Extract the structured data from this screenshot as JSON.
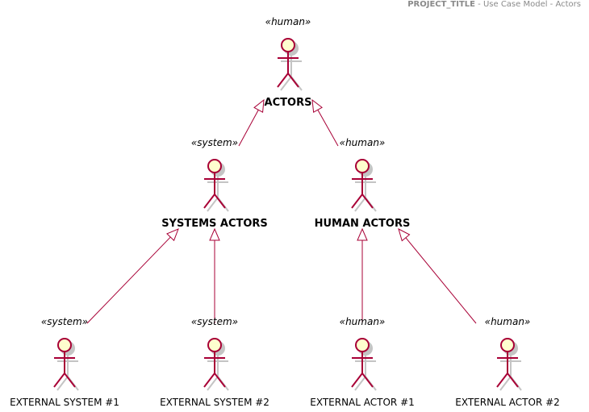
{
  "header": {
    "project": "PROJECT_TITLE",
    "rest": " - Use Case Model - Actors"
  },
  "colors": {
    "stroke": "#A80036",
    "fill": "#FEFECE",
    "shadow": "#C4C4C4",
    "text": "#000000",
    "header_text": "#8A8A8A"
  },
  "actors": [
    {
      "id": "actors",
      "stereotype": "«human»",
      "name": "ACTORS",
      "bold": true
    },
    {
      "id": "systems",
      "stereotype": "«system»",
      "name": "SYSTEMS ACTORS",
      "bold": true
    },
    {
      "id": "humans",
      "stereotype": "«human»",
      "name": "HUMAN ACTORS",
      "bold": true
    },
    {
      "id": "ext_sys_1",
      "stereotype": "«system»",
      "name": "EXTERNAL SYSTEM #1",
      "bold": false
    },
    {
      "id": "ext_sys_2",
      "stereotype": "«system»",
      "name": "EXTERNAL SYSTEM #2",
      "bold": false
    },
    {
      "id": "ext_act_1",
      "stereotype": "«human»",
      "name": "EXTERNAL ACTOR #1",
      "bold": false
    },
    {
      "id": "ext_act_2",
      "stereotype": "«human»",
      "name": "EXTERNAL ACTOR #2",
      "bold": false
    }
  ],
  "generalizations": [
    {
      "child": "systems",
      "parent": "actors"
    },
    {
      "child": "humans",
      "parent": "actors"
    },
    {
      "child": "ext_sys_1",
      "parent": "systems"
    },
    {
      "child": "ext_sys_2",
      "parent": "systems"
    },
    {
      "child": "ext_act_1",
      "parent": "humans"
    },
    {
      "child": "ext_act_2",
      "parent": "humans"
    }
  ]
}
